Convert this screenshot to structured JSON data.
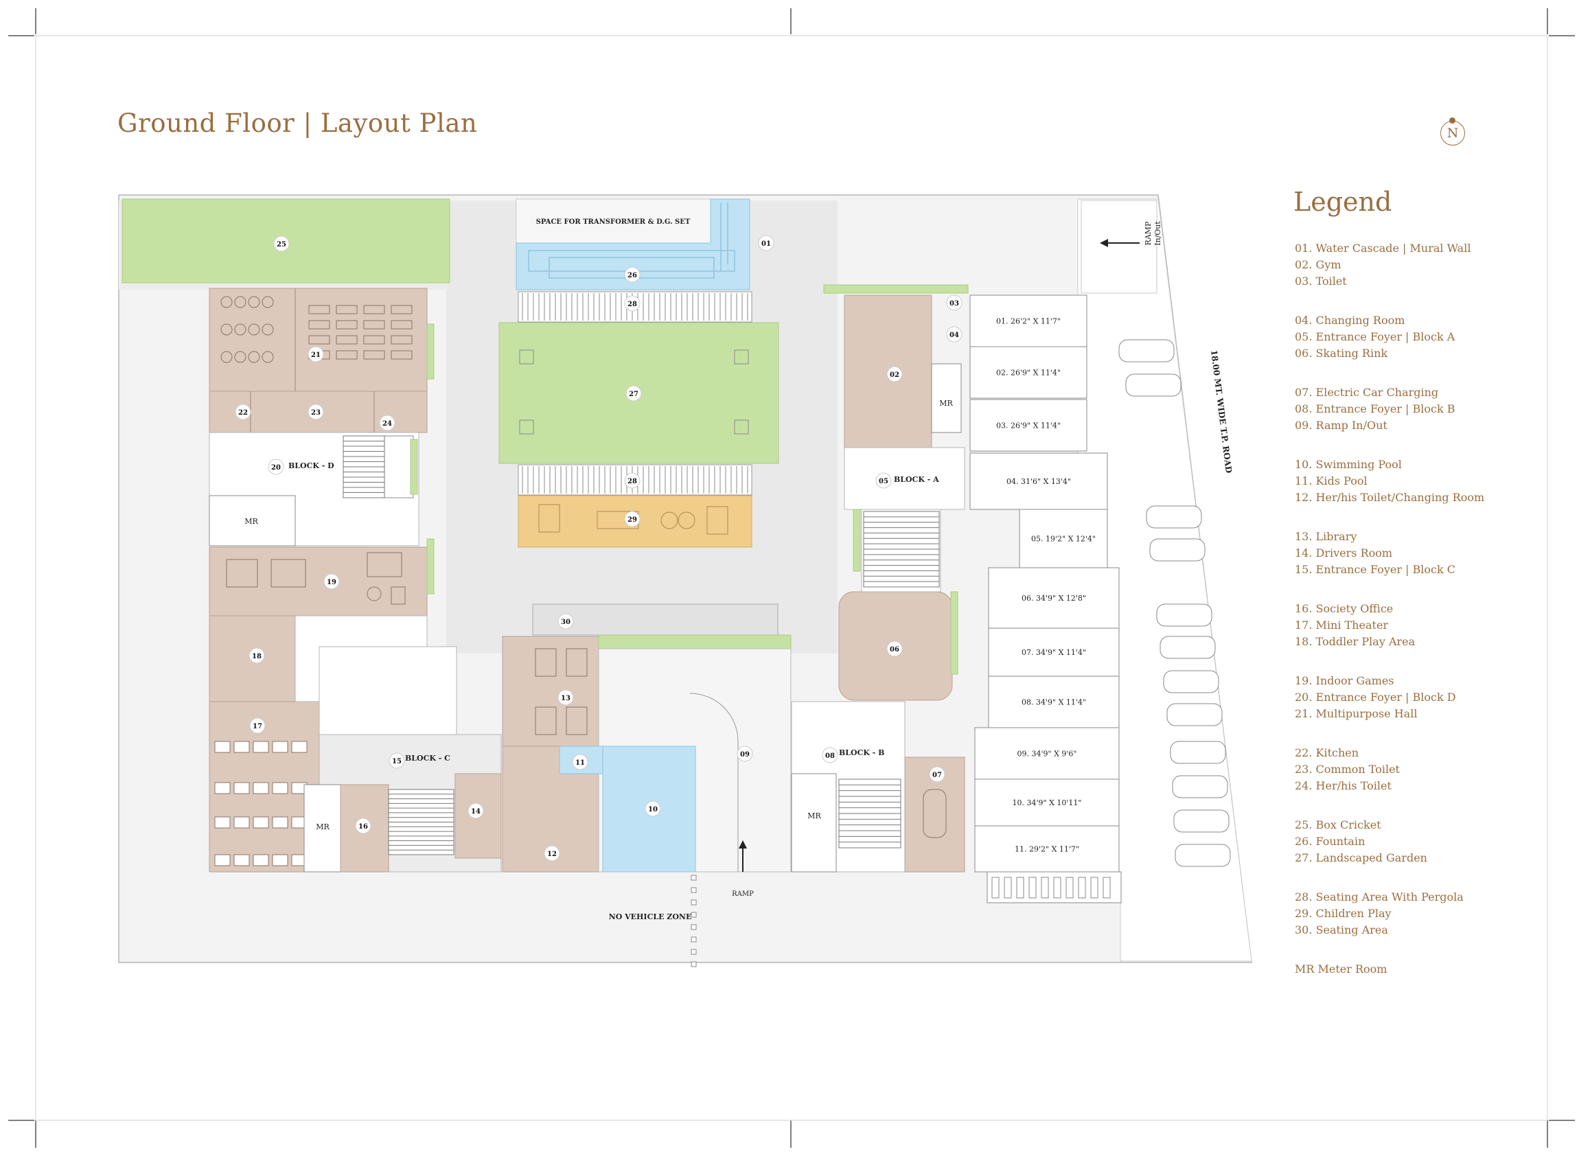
{
  "title": "Ground Floor | Layout Plan",
  "north": "N",
  "legend": {
    "title": "Legend",
    "groups": [
      [
        "01.  Water Cascade | Mural Wall",
        "02. Gym",
        "03. Toilet"
      ],
      [
        "04. Changing Room",
        "05. Entrance Foyer | Block A",
        "06. Skating Rink"
      ],
      [
        "07. Electric Car Charging",
        "08. Entrance Foyer | Block B",
        "09. Ramp In/Out"
      ],
      [
        "10. Swimming Pool",
        "11. Kids Pool",
        "12. Her/his Toilet/Changing Room"
      ],
      [
        "13. Library",
        "14. Drivers Room",
        "15. Entrance Foyer | Block C"
      ],
      [
        "16. Society Office",
        "17. Mini Theater",
        "18. Toddler Play Area"
      ],
      [
        "19. Indoor Games",
        "20. Entrance Foyer | Block D",
        "21. Multipurpose Hall"
      ],
      [
        "22. Kitchen",
        "23. Common Toilet",
        "24. Her/his Toilet"
      ],
      [
        "25. Box Cricket",
        "26. Fountain",
        "27. Landscaped Garden"
      ],
      [
        "28. Seating Area With Pergola",
        "29. Children Play",
        "30. Seating Area"
      ],
      [
        "MR Meter Room"
      ]
    ]
  },
  "plan": {
    "transformer": "SPACE FOR TRANSFORMER & D.G. SET",
    "ramp_inout": [
      "RAMP",
      "In/Out"
    ],
    "road": "18.00 MT. WIDE T.P. ROAD",
    "no_vehicle": "NO VEHICLE ZONE",
    "ramp": "RAMP",
    "mr": "MR",
    "blocks": {
      "a": "BLOCK - A",
      "b": "BLOCK - B",
      "c": "BLOCK - C",
      "d": "BLOCK - D"
    },
    "markers": {
      "m01": "01",
      "m02": "02",
      "m03": "03",
      "m04": "04",
      "m05": "05",
      "m06": "06",
      "m07": "07",
      "m08": "08",
      "m09": "09",
      "m10": "10",
      "m11": "11",
      "m12": "12",
      "m13": "13",
      "m14": "14",
      "m15": "15",
      "m16": "16",
      "m17": "17",
      "m18": "18",
      "m19": "19",
      "m20": "20",
      "m21": "21",
      "m22": "22",
      "m23": "23",
      "m24": "24",
      "m25": "25",
      "m26": "26",
      "m27": "27",
      "m28a": "28",
      "m28b": "28",
      "m29": "29",
      "m30": "30"
    },
    "shops": [
      "01.  26'2\" X 11'7\"",
      "02. 26'9\" X 11'4\"",
      "03. 26'9\" X 11'4\"",
      "04. 31'6\" X 13'4\"",
      "05. 19'2\" X 12'4\"",
      "06. 34'9\" X 12'8\"",
      "07.  34'9\" X 11'4\"",
      "08.  34'9\" X 11'4\"",
      "09.  34'9\" X 9'6\"",
      "10. 34'9\" X 10'11\"",
      "11. 29'2\" X 11'7\""
    ]
  },
  "colors": {
    "accent": "#9a6e3f",
    "green": "#c6e2a2",
    "tan": "#dcc9bc",
    "blue": "#bfe2f5",
    "orange": "#f1cd8a",
    "grey": "#eaeaea"
  }
}
